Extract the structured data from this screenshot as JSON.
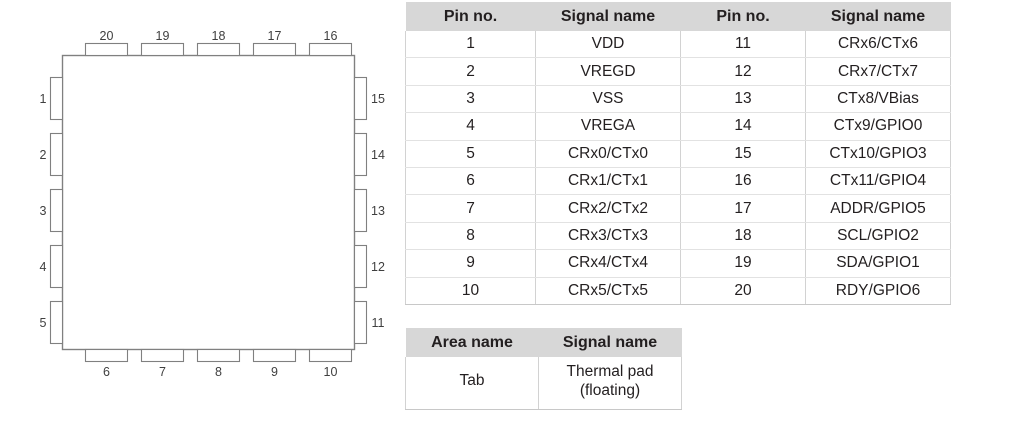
{
  "diagram": {
    "name": "qfn-20-package-pinout",
    "package_outline_color": "#808080",
    "body_fill": "#ffffff",
    "pins_top": [
      "20",
      "19",
      "18",
      "17",
      "16"
    ],
    "pins_bottom": [
      "6",
      "7",
      "8",
      "9",
      "10"
    ],
    "pins_left": [
      "1",
      "2",
      "3",
      "4",
      "5"
    ],
    "pins_right": [
      "15",
      "14",
      "13",
      "12",
      "11"
    ]
  },
  "pin_table": {
    "headers": [
      "Pin no.",
      "Signal name",
      "Pin no.",
      "Signal name"
    ],
    "header_bg": "#d7d7d7",
    "rows": [
      [
        "1",
        "VDD",
        "11",
        "CRx6/CTx6"
      ],
      [
        "2",
        "VREGD",
        "12",
        "CRx7/CTx7"
      ],
      [
        "3",
        "VSS",
        "13",
        "CTx8/VBias"
      ],
      [
        "4",
        "VREGA",
        "14",
        "CTx9/GPIO0"
      ],
      [
        "5",
        "CRx0/CTx0",
        "15",
        "CTx10/GPIO3"
      ],
      [
        "6",
        "CRx1/CTx1",
        "16",
        "CTx11/GPIO4"
      ],
      [
        "7",
        "CRx2/CTx2",
        "17",
        "ADDR/GPIO5"
      ],
      [
        "8",
        "CRx3/CTx3",
        "18",
        "SCL/GPIO2"
      ],
      [
        "9",
        "CRx4/CTx4",
        "19",
        "SDA/GPIO1"
      ],
      [
        "10",
        "CRx5/CTx5",
        "20",
        "RDY/GPIO6"
      ]
    ]
  },
  "area_table": {
    "headers": [
      "Area name",
      "Signal name"
    ],
    "header_bg": "#d7d7d7",
    "rows": [
      {
        "area": "Tab",
        "signal_line1": "Thermal pad",
        "signal_line2": "(floating)"
      }
    ]
  }
}
